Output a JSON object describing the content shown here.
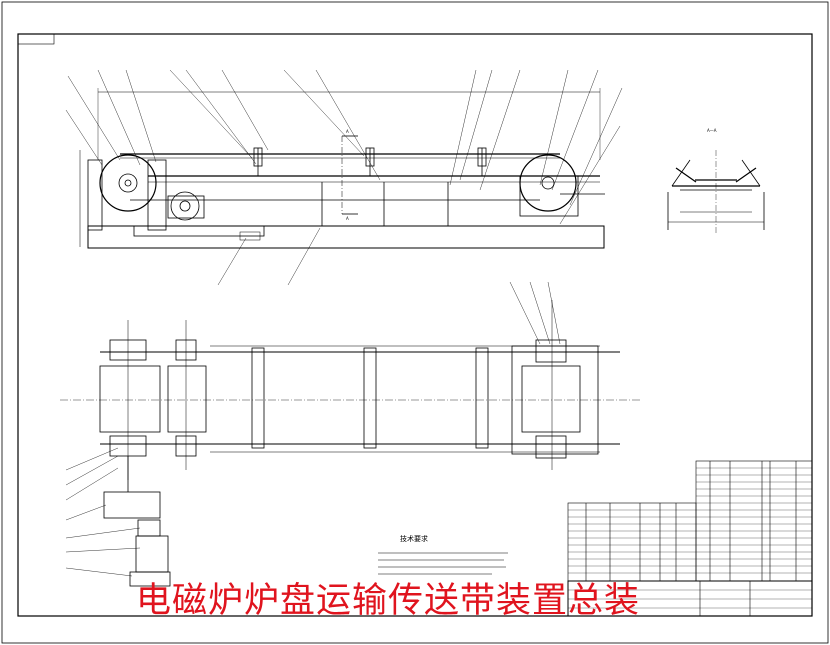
{
  "drawing": {
    "main_title": "电磁炉炉盘运输传送带装置总装",
    "tech_notes_title": "技术要求",
    "section_label": "A—A",
    "section_mark": "A",
    "colors": {
      "title": "#e0141e",
      "lines": "#000000",
      "paper": "#ffffff"
    },
    "notes_count": 4
  }
}
